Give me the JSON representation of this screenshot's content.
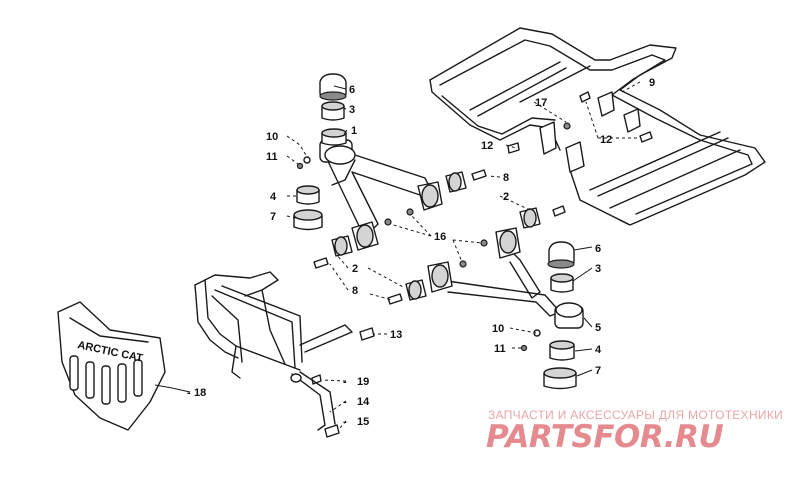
{
  "labels": {
    "p1": "1",
    "p2a": "2",
    "p2b": "2",
    "p3a": "3",
    "p3b": "3",
    "p4a": "4",
    "p4b": "4",
    "p5": "5",
    "p6a": "6",
    "p6b": "6",
    "p7a": "7",
    "p7b": "7",
    "p8a": "8",
    "p8b": "8",
    "p9": "9",
    "p10a": "10",
    "p10b": "10",
    "p11a": "11",
    "p11b": "11",
    "p12a": "12",
    "p12b": "12",
    "p13": "13",
    "p14": "14",
    "p15": "15",
    "p16": "16",
    "p17": "17",
    "p18": "18",
    "p19": "19"
  },
  "logo_badge": "ARCTIC CAT",
  "watermark": {
    "tagline": "ЗАПЧАСТИ И АКСЕССУАРЫ ДЛЯ МОТОТЕХНИКИ",
    "logo": "PARTSFOR.RU",
    "color": "#e58a8e"
  }
}
